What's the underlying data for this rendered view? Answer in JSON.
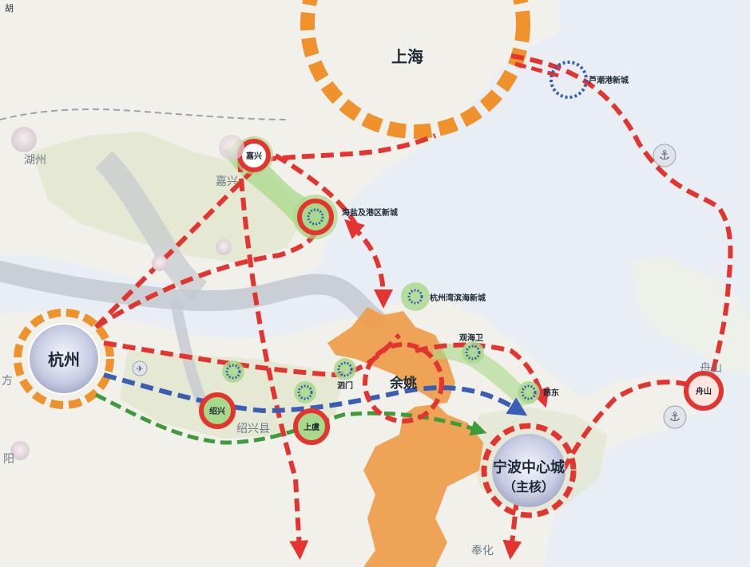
{
  "map": {
    "labels": {
      "top_corner": "胡",
      "shanghai": "上海",
      "luchaogang": "芦潮港新城",
      "jiaxing": "嘉兴",
      "haiyan": "海盐及港区新城",
      "huzhou": "湖州",
      "jiaxing_faint": "嘉兴",
      "hangzhou_bay": "杭州湾滨海新城",
      "guanhaiwei": "观海卫",
      "hangzhou": "杭州",
      "yuyao": "余姚",
      "simen": "泗门",
      "cixi_east": "慈东",
      "shaoxing": "绍兴",
      "shaoxing_county": "绍兴县",
      "shangyu": "上虞",
      "ningbo_main_line1": "宁波中心城",
      "ningbo_main_line2": "（主核）",
      "zhoushan": "舟山",
      "zhoushan_faint": "舟山",
      "fenghua_faint": "奉化",
      "left_edge_1": "方",
      "left_edge_2": "阳"
    },
    "colors": {
      "sea": "#e9eef4",
      "land": "#f3f1ea",
      "urban": "#dfe5c9",
      "river": "#bfc5cc",
      "orange_ring": "#f0922b",
      "red_axis": "#e3342f",
      "blue_axis": "#3a5db5",
      "green_axis": "#3f9a3a",
      "green_node": "#a8d88a",
      "yuyao_fill": "#ef9c4a"
    },
    "icons": [
      "anchor-icon",
      "anchor-icon",
      "airport-icon"
    ]
  }
}
